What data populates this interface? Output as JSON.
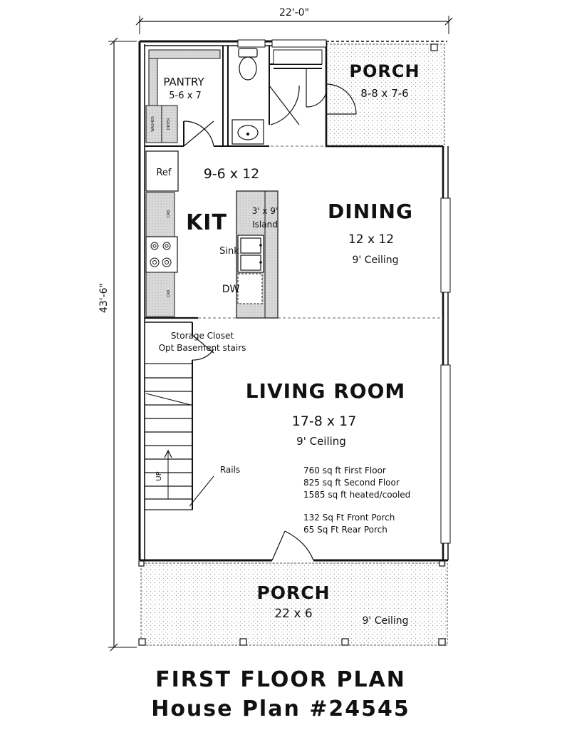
{
  "dimensions": {
    "width_label": "22'-0\"",
    "depth_label": "43'-6\""
  },
  "rooms": {
    "pantry": {
      "name": "PANTRY",
      "size": "5-6 x 7"
    },
    "rear_porch": {
      "name": "PORCH",
      "size": "8-8 x 7-6"
    },
    "kitchen": {
      "name": "KIT",
      "size": "9-6 x 12",
      "ref": "Ref",
      "island": "3' x 9'",
      "island_label": "Island",
      "sink": "Sink",
      "dw": "DW"
    },
    "dining": {
      "name": "DINING",
      "size": "12 x 12",
      "ceiling": "9' Ceiling"
    },
    "storage": {
      "line1": "Storage Closet",
      "line2": "Opt Basement stairs"
    },
    "living": {
      "name": "LIVING ROOM",
      "size": "17-8 x 17",
      "ceiling": "9' Ceiling",
      "rails": "Rails",
      "up": "UP"
    },
    "front_porch": {
      "name": "PORCH",
      "size": "22 x 6",
      "ceiling": "9' Ceiling"
    }
  },
  "stats": [
    "760 sq ft First Floor",
    "825 sq ft Second Floor",
    "1585 sq ft heated/cooled",
    "132 Sq Ft Front Porch",
    "65 Sq Ft Rear Porch"
  ],
  "appliance_tags": {
    "washer": "WASHER",
    "dryer": "DRYER",
    "cab": "CAB"
  },
  "title": {
    "line1": "FIRST FLOOR PLAN",
    "line2": "House Plan #24545"
  }
}
